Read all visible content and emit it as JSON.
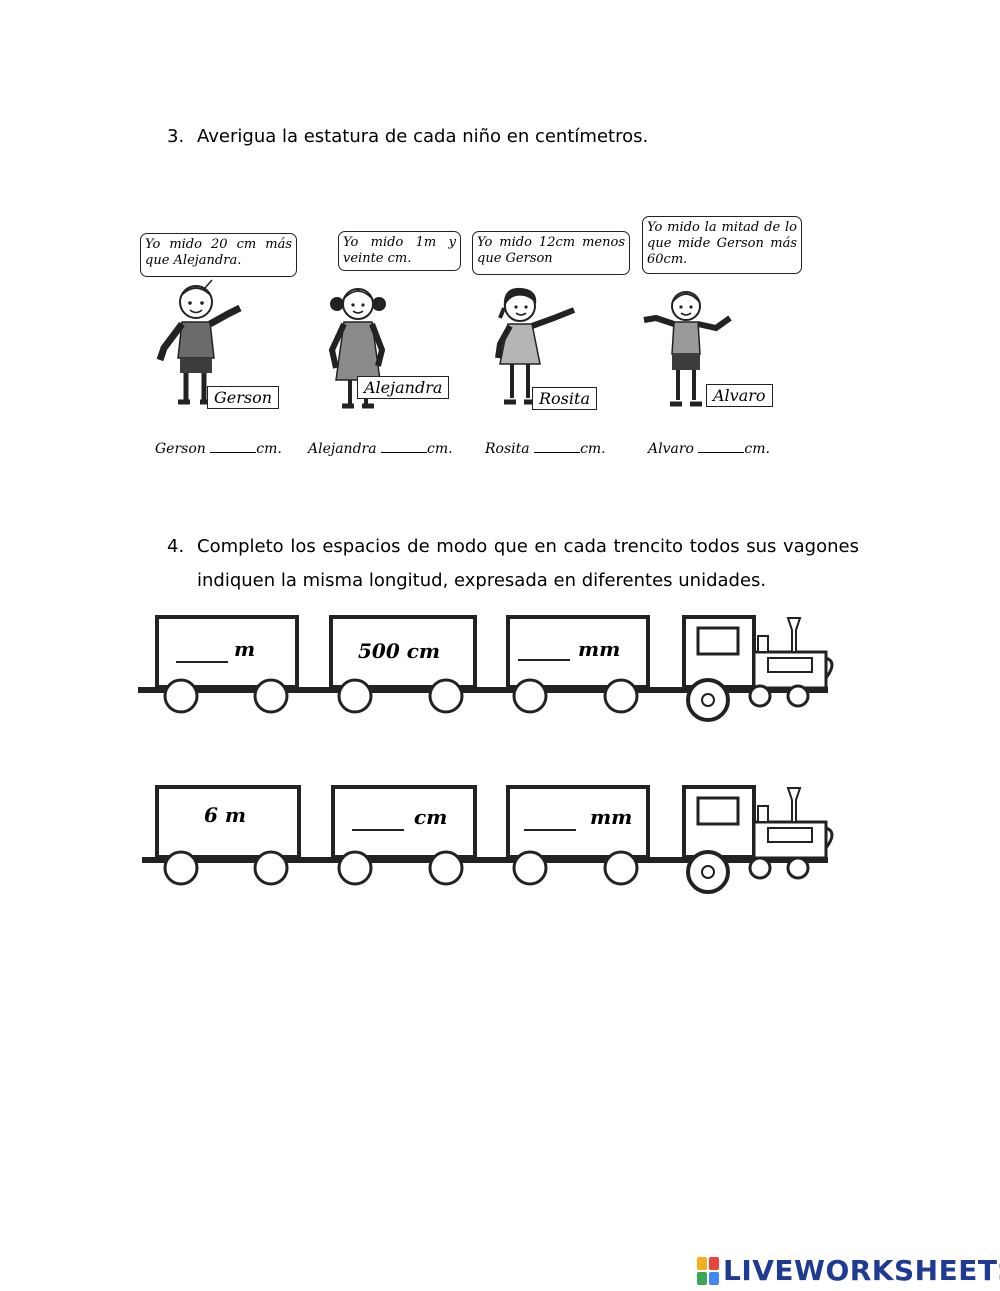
{
  "question3": {
    "number": "3.",
    "text": "Averigua la estatura de cada niño en centímetros.",
    "bubbles": [
      "Yo mido 20 cm más que Alejandra.",
      "Yo mido 1m y veinte cm.",
      "Yo mido 12cm menos que Gerson",
      "Yo mido la mitad de lo que mide Gerson más 60cm."
    ],
    "names": [
      "Gerson",
      "Alejandra",
      "Rosita",
      "Alvaro"
    ],
    "unit": "cm."
  },
  "question4": {
    "number": "4.",
    "text": "Completo los espacios de modo que en cada trencito todos sus vagones indiquen la misma longitud, expresada en diferentes unidades.",
    "train1": {
      "wagons": [
        "m",
        "500 cm",
        "mm"
      ]
    },
    "train2": {
      "wagons": [
        "6 m",
        "cm",
        "mm"
      ]
    }
  },
  "footer": {
    "logo_text": "LIVEWORKSHEETS"
  }
}
